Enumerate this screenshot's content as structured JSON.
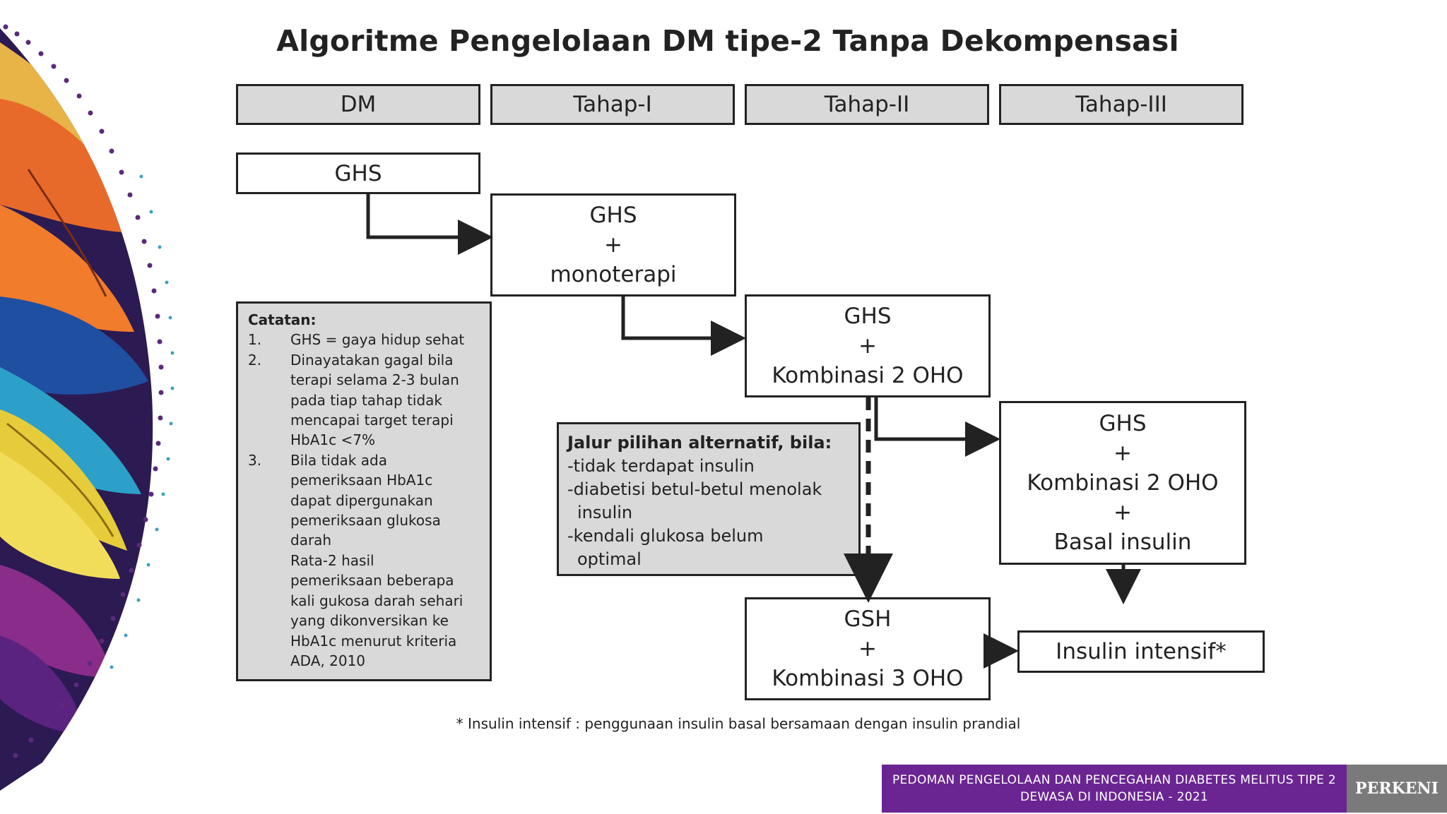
{
  "title": "Algoritme Pengelolaan DM tipe-2 Tanpa Dekompensasi",
  "headers": [
    "DM",
    "Tahap-I",
    "Tahap-II",
    "Tahap-III"
  ],
  "boxes": {
    "ghs": [
      "GHS"
    ],
    "mono": [
      "GHS",
      "+",
      "monoterapi"
    ],
    "komb2": [
      "GHS",
      "+",
      "Kombinasi 2 OHO"
    ],
    "basal": [
      "GHS",
      "+",
      "Kombinasi 2 OHO",
      "+",
      "Basal insulin"
    ],
    "komb3": [
      "GSH",
      "+",
      "Kombinasi 3 OHO"
    ],
    "intensif": [
      "Insulin intensif*"
    ]
  },
  "notes": {
    "title": "Catatan:",
    "items": [
      {
        "num": "1.",
        "lines": [
          "GHS = gaya hidup sehat"
        ]
      },
      {
        "num": "2.",
        "lines": [
          "Dinayatakan gagal bila",
          "terapi selama 2-3 bulan",
          "pada tiap tahap tidak",
          "mencapai target terapi",
          "HbA1c <7%"
        ]
      },
      {
        "num": "3.",
        "lines": [
          "Bila tidak ada",
          "pemeriksaan HbA1c",
          "dapat dipergunakan",
          "pemeriksaan glukosa",
          "darah",
          "Rata-2 hasil",
          "pemeriksaan beberapa",
          "kali gukosa darah sehari",
          "yang dikonversikan ke",
          "HbA1c menurut kriteria",
          "ADA, 2010"
        ]
      }
    ]
  },
  "alternative": {
    "title": "Jalur pilihan alternatif, bila:",
    "lines": [
      "-tidak terdapat insulin",
      "-diabetisi betul-betul menolak",
      "  insulin",
      "-kendali glukosa belum",
      "  optimal"
    ]
  },
  "footnote": "* Insulin intensif : penggunaan insulin basal bersamaan dengan insulin prandial",
  "footer": {
    "line1": "PEDOMAN PENGELOLAAN DAN PENCEGAHAN DIABETES MELITUS TIPE 2",
    "line2": "DEWASA DI INDONESIA - 2021",
    "logo": "PERKENI"
  },
  "colors": {
    "header_fill": "#d9d9d9",
    "note_fill": "#d9d9d9",
    "footer_bar": "#6a2592",
    "logo_bg": "#7a7a7a"
  }
}
